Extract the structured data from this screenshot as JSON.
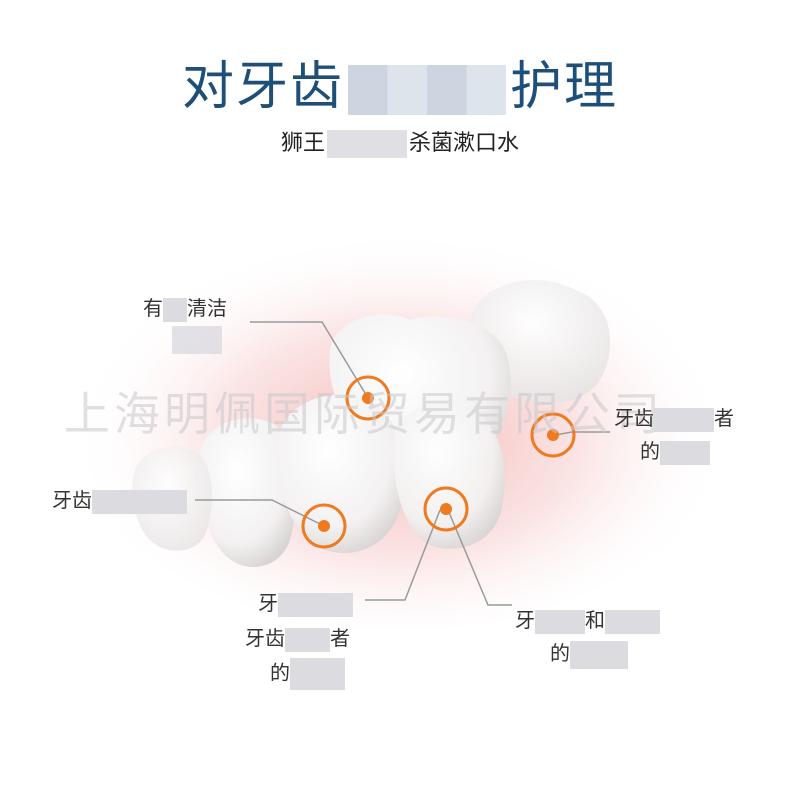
{
  "header": {
    "title_left": "对牙齿",
    "title_right": "护理",
    "subtitle_left": "狮王",
    "subtitle_right": "杀菌漱口水"
  },
  "watermark": "上海明佩国际贸易有限公司",
  "callouts": {
    "top_left": {
      "line1_a": "有",
      "line1_b": "清洁"
    },
    "right": {
      "line1_a": "牙齿",
      "line1_b": "者",
      "line2_a": "的"
    },
    "left": {
      "line1_a": "牙齿"
    },
    "bottom_center": {
      "line1_a": "牙",
      "line2_a": "牙齿",
      "line2_b": "者",
      "line3_a": "的"
    },
    "bottom_right": {
      "line1_a": "牙",
      "line1_b": "和",
      "line2_a": "的"
    }
  },
  "colors": {
    "title": "#1e4f78",
    "marker": "#f07a20",
    "gum": "#f4c6c6",
    "leader_line": "#9a9a9a"
  }
}
